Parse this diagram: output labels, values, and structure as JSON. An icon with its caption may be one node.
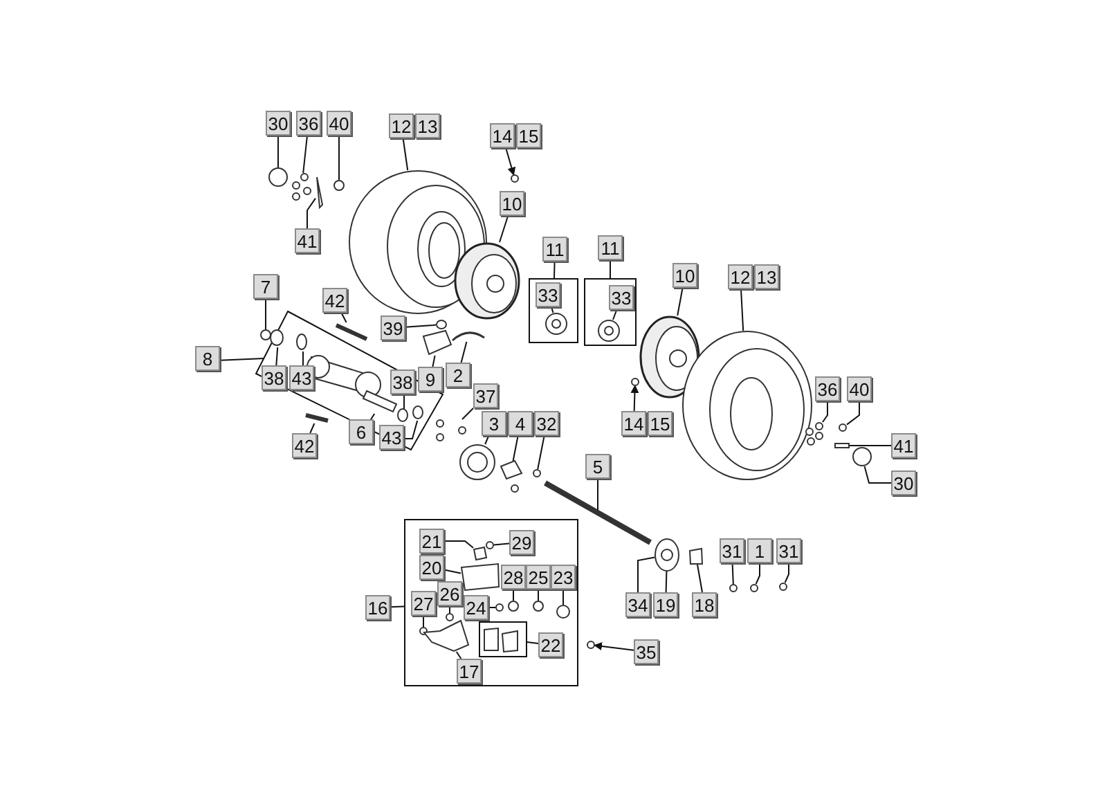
{
  "diagram": {
    "nodes": [
      {
        "text": [
          "30"
        ]
      },
      {
        "text": [
          "36"
        ]
      },
      {
        "text": [
          "40"
        ]
      },
      {
        "text": [
          "12"
        ]
      },
      {
        "text": [
          "13"
        ]
      },
      {
        "text": [
          "14"
        ]
      },
      {
        "text": [
          "15"
        ]
      },
      {
        "text": [
          "10"
        ]
      },
      {
        "text": [
          "11"
        ]
      },
      {
        "text": [],
        "shape": "box"
      },
      {
        "text": [
          "33"
        ],
        "in": 9
      },
      {
        "text": [
          "11"
        ]
      },
      {
        "text": [],
        "shape": "box"
      },
      {
        "text": [
          "33"
        ],
        "in": 12
      },
      {
        "text": [
          "10"
        ]
      },
      {
        "text": [
          "12"
        ]
      },
      {
        "text": [
          "13"
        ]
      },
      {
        "text": [
          "7"
        ]
      },
      {
        "text": [
          "42"
        ]
      },
      {
        "text": [
          "39"
        ]
      },
      {
        "text": [
          "8"
        ]
      },
      {
        "text": [],
        "shape": "box"
      },
      {
        "text": [
          "38"
        ],
        "in": 21
      },
      {
        "text": [
          "43"
        ],
        "in": 21
      },
      {
        "text": [
          "9"
        ]
      },
      {
        "text": [
          "2"
        ]
      },
      {
        "text": [
          "38"
        ],
        "in": 21
      },
      {
        "text": [
          "37"
        ]
      },
      {
        "text": [
          "6"
        ],
        "in": 21
      },
      {
        "text": [
          "43"
        ],
        "in": 21
      },
      {
        "text": [
          "42"
        ]
      },
      {
        "text": [
          "3"
        ]
      },
      {
        "text": [
          "4"
        ]
      },
      {
        "text": [
          "32"
        ]
      },
      {
        "text": [
          "36"
        ]
      },
      {
        "text": [
          "40"
        ]
      },
      {
        "text": [
          "14"
        ]
      },
      {
        "text": [
          "15"
        ]
      },
      {
        "text": [
          "41"
        ]
      },
      {
        "text": [
          "30"
        ]
      },
      {
        "text": [
          "5"
        ]
      },
      {
        "text": [
          "31"
        ]
      },
      {
        "text": [
          "1"
        ]
      },
      {
        "text": [
          "31"
        ]
      },
      {
        "text": [
          "16"
        ]
      },
      {
        "text": [],
        "shape": "box"
      },
      {
        "text": [
          "21"
        ],
        "in": 45
      },
      {
        "text": [
          "29"
        ],
        "in": 45
      },
      {
        "text": [
          "20"
        ],
        "in": 45
      },
      {
        "text": [
          "28"
        ],
        "in": 45
      },
      {
        "text": [
          "25"
        ],
        "in": 45
      },
      {
        "text": [
          "23"
        ],
        "in": 45
      },
      {
        "text": [
          "27"
        ],
        "in": 45
      },
      {
        "text": [
          "26"
        ],
        "in": 45
      },
      {
        "text": [
          "24"
        ],
        "in": 45
      },
      {
        "text": [],
        "shape": "box",
        "in": 45
      },
      {
        "text": [
          "22"
        ],
        "in": 45
      },
      {
        "text": [
          "17"
        ],
        "in": 45
      },
      {
        "text": [
          "34"
        ]
      },
      {
        "text": [
          "19"
        ]
      },
      {
        "text": [
          "18"
        ]
      },
      {
        "text": [
          "35"
        ]
      },
      {
        "text": [
          "41"
        ]
      },
      {
        "text": [],
        "shape": "circle"
      },
      {
        "text": [],
        "shape": "picture"
      },
      {
        "text": [],
        "shape": "circle"
      },
      {
        "text": [],
        "shape": "picture"
      },
      {
        "text": [],
        "shape": "circle"
      },
      {
        "text": [],
        "shape": "picture"
      },
      {
        "text": [],
        "shape": "picture",
        "in": 9
      },
      {
        "text": [],
        "shape": "picture",
        "in": 12
      },
      {
        "text": [],
        "shape": "picture"
      },
      {
        "text": [],
        "shape": "picture"
      },
      {
        "text": [],
        "shape": "circle"
      },
      {
        "text": [],
        "shape": "bar"
      },
      {
        "text": [],
        "shape": "circle"
      },
      {
        "text": [],
        "shape": "box"
      },
      {
        "text": [],
        "shape": "bar"
      },
      {
        "text": [],
        "shape": "circle",
        "in": 21
      },
      {
        "text": [],
        "shape": "circle",
        "in": 21
      },
      {
        "text": [],
        "shape": "circle",
        "in": 21
      },
      {
        "text": [],
        "shape": "picture"
      },
      {
        "text": [],
        "shape": "box",
        "in": 21
      },
      {
        "text": [],
        "shape": "circle",
        "in": 21
      },
      {
        "text": [],
        "shape": "bar"
      },
      {
        "text": [],
        "shape": "picture"
      },
      {
        "text": [],
        "shape": "box"
      },
      {
        "text": [],
        "shape": "circle"
      },
      {
        "text": [],
        "shape": "picture"
      },
      {
        "text": [],
        "shape": "circle"
      },
      {
        "text": [],
        "shape": "bar"
      },
      {
        "text": [],
        "shape": "circle"
      },
      {
        "text": [],
        "shape": "circle"
      },
      {
        "text": [],
        "shape": "bar"
      },
      {
        "text": [],
        "shape": "circle"
      },
      {
        "text": [],
        "shape": "circle"
      },
      {
        "text": [],
        "shape": "circle"
      },
      {
        "text": [],
        "shape": "picture"
      },
      {
        "text": [],
        "shape": "box"
      },
      {
        "text": [],
        "shape": "box",
        "in": 45
      },
      {
        "text": [],
        "shape": "circle",
        "in": 45
      },
      {
        "text": [],
        "shape": "box",
        "in": 45
      },
      {
        "text": [],
        "shape": "circle",
        "in": 45
      },
      {
        "text": [],
        "shape": "circle",
        "in": 45
      },
      {
        "text": [],
        "shape": "circle",
        "in": 45
      },
      {
        "text": [],
        "shape": "circle",
        "in": 45
      },
      {
        "text": [],
        "shape": "circle",
        "in": 45
      },
      {
        "text": [],
        "shape": "circle",
        "in": 45
      },
      {
        "text": [],
        "shape": "box",
        "in": 45
      },
      {
        "text": [],
        "shape": "circle"
      },
      {
        "text": [],
        "shape": "bar"
      }
    ],
    "edges": [
      {
        "from": 0,
        "to": 63,
        "arrow": "none"
      },
      {
        "from": 1,
        "to": 64,
        "arrow": "none"
      },
      {
        "from": 2,
        "to": 65,
        "arrow": "none"
      },
      {
        "from": 3,
        "to": 66,
        "arrow": "none"
      },
      {
        "from": 5,
        "to": 67,
        "arrow": "to"
      },
      {
        "from": 7,
        "to": 68,
        "arrow": "none"
      },
      {
        "from": 8,
        "to": 9,
        "arrow": "none"
      },
      {
        "from": 10,
        "to": 69,
        "arrow": "none"
      },
      {
        "from": 11,
        "to": 12,
        "arrow": "none"
      },
      {
        "from": 13,
        "to": 70,
        "arrow": "none"
      },
      {
        "from": 14,
        "to": 71,
        "arrow": "none"
      },
      {
        "from": 15,
        "to": 72,
        "arrow": "none"
      },
      {
        "from": 17,
        "to": 73,
        "arrow": "none"
      },
      {
        "from": 18,
        "to": 74,
        "arrow": "none"
      },
      {
        "from": 19,
        "to": 75,
        "arrow": "none"
      },
      {
        "from": 20,
        "to": 21,
        "arrow": "none"
      },
      {
        "from": 22,
        "to": 78,
        "arrow": "none"
      },
      {
        "from": 23,
        "to": 79,
        "arrow": "none"
      },
      {
        "from": 24,
        "to": 76,
        "arrow": "none"
      },
      {
        "from": 25,
        "to": 77,
        "arrow": "none"
      },
      {
        "from": 26,
        "to": 80,
        "arrow": "none"
      },
      {
        "from": 27,
        "to": 81,
        "arrow": "none"
      },
      {
        "from": 28,
        "to": 82,
        "arrow": "none"
      },
      {
        "from": 29,
        "to": 83,
        "arrow": "none"
      },
      {
        "from": 30,
        "to": 84,
        "arrow": "none"
      },
      {
        "from": 31,
        "to": 85,
        "arrow": "none"
      },
      {
        "from": 32,
        "to": 86,
        "arrow": "none"
      },
      {
        "from": 33,
        "to": 87,
        "arrow": "none"
      },
      {
        "from": 34,
        "to": 88,
        "arrow": "none"
      },
      {
        "from": 35,
        "to": 89,
        "arrow": "none"
      },
      {
        "from": 38,
        "to": 90,
        "arrow": "none"
      },
      {
        "from": 39,
        "to": 91,
        "arrow": "none"
      },
      {
        "from": 36,
        "to": 92,
        "arrow": "to"
      },
      {
        "from": 40,
        "to": 93,
        "arrow": "none"
      },
      {
        "from": 41,
        "to": 94,
        "arrow": "none"
      },
      {
        "from": 42,
        "to": 95,
        "arrow": "none"
      },
      {
        "from": 43,
        "to": 96,
        "arrow": "none"
      },
      {
        "from": 58,
        "to": 97,
        "arrow": "none"
      },
      {
        "from": 59,
        "to": 97,
        "arrow": "none"
      },
      {
        "from": 60,
        "to": 98,
        "arrow": "none"
      },
      {
        "from": 44,
        "to": 45,
        "arrow": "none"
      },
      {
        "from": 46,
        "to": 99,
        "arrow": "none"
      },
      {
        "from": 47,
        "to": 100,
        "arrow": "none"
      },
      {
        "from": 48,
        "to": 101,
        "arrow": "none"
      },
      {
        "from": 49,
        "to": 102,
        "arrow": "none"
      },
      {
        "from": 50,
        "to": 103,
        "arrow": "none"
      },
      {
        "from": 51,
        "to": 104,
        "arrow": "none"
      },
      {
        "from": 52,
        "to": 105,
        "arrow": "none"
      },
      {
        "from": 53,
        "to": 106,
        "arrow": "none"
      },
      {
        "from": 54,
        "to": 107,
        "arrow": "none"
      },
      {
        "from": 56,
        "to": 55,
        "arrow": "none"
      },
      {
        "from": 57,
        "to": 108,
        "arrow": "none"
      },
      {
        "from": 61,
        "to": 109,
        "arrow": "to"
      },
      {
        "from": 62,
        "to": 110,
        "arrow": "none"
      }
    ]
  }
}
